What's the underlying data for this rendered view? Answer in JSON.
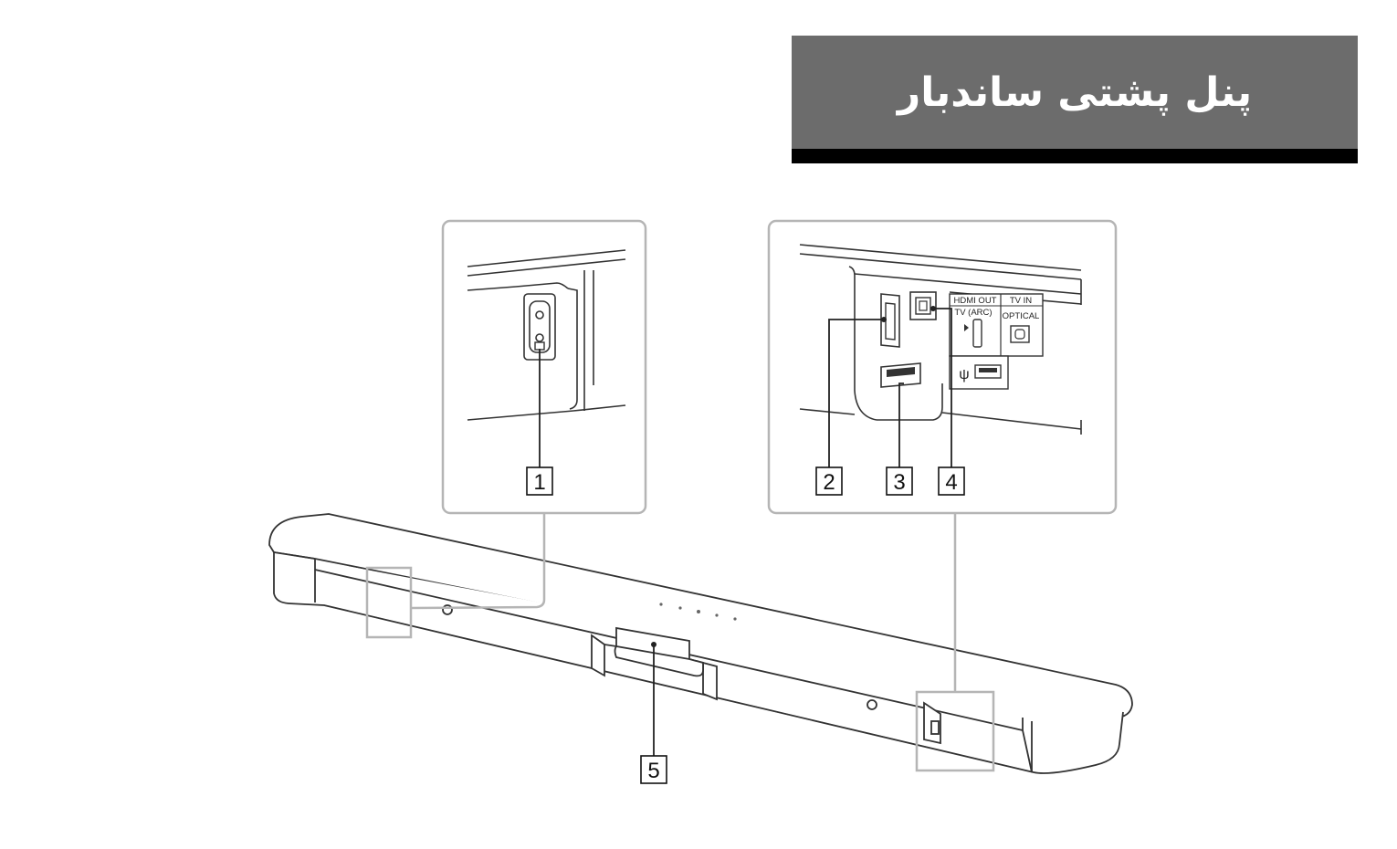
{
  "header": {
    "title": "پنل پشتی ساندبار",
    "banner_color": "#6c6c6c",
    "underbar_color": "#000000"
  },
  "diagram": {
    "line_color": "#333333",
    "frame_color": "#b5b5b5",
    "callouts": [
      {
        "id": "1",
        "label": "1"
      },
      {
        "id": "2",
        "label": "2"
      },
      {
        "id": "3",
        "label": "3"
      },
      {
        "id": "4",
        "label": "4"
      },
      {
        "id": "5",
        "label": "5"
      }
    ],
    "port_labels": {
      "hdmi_out": "HDMI OUT",
      "tv_arc": "TV (ARC)",
      "tv_in": "TV IN",
      "optical": "OPTICAL",
      "usb_symbol": "ψ"
    }
  }
}
